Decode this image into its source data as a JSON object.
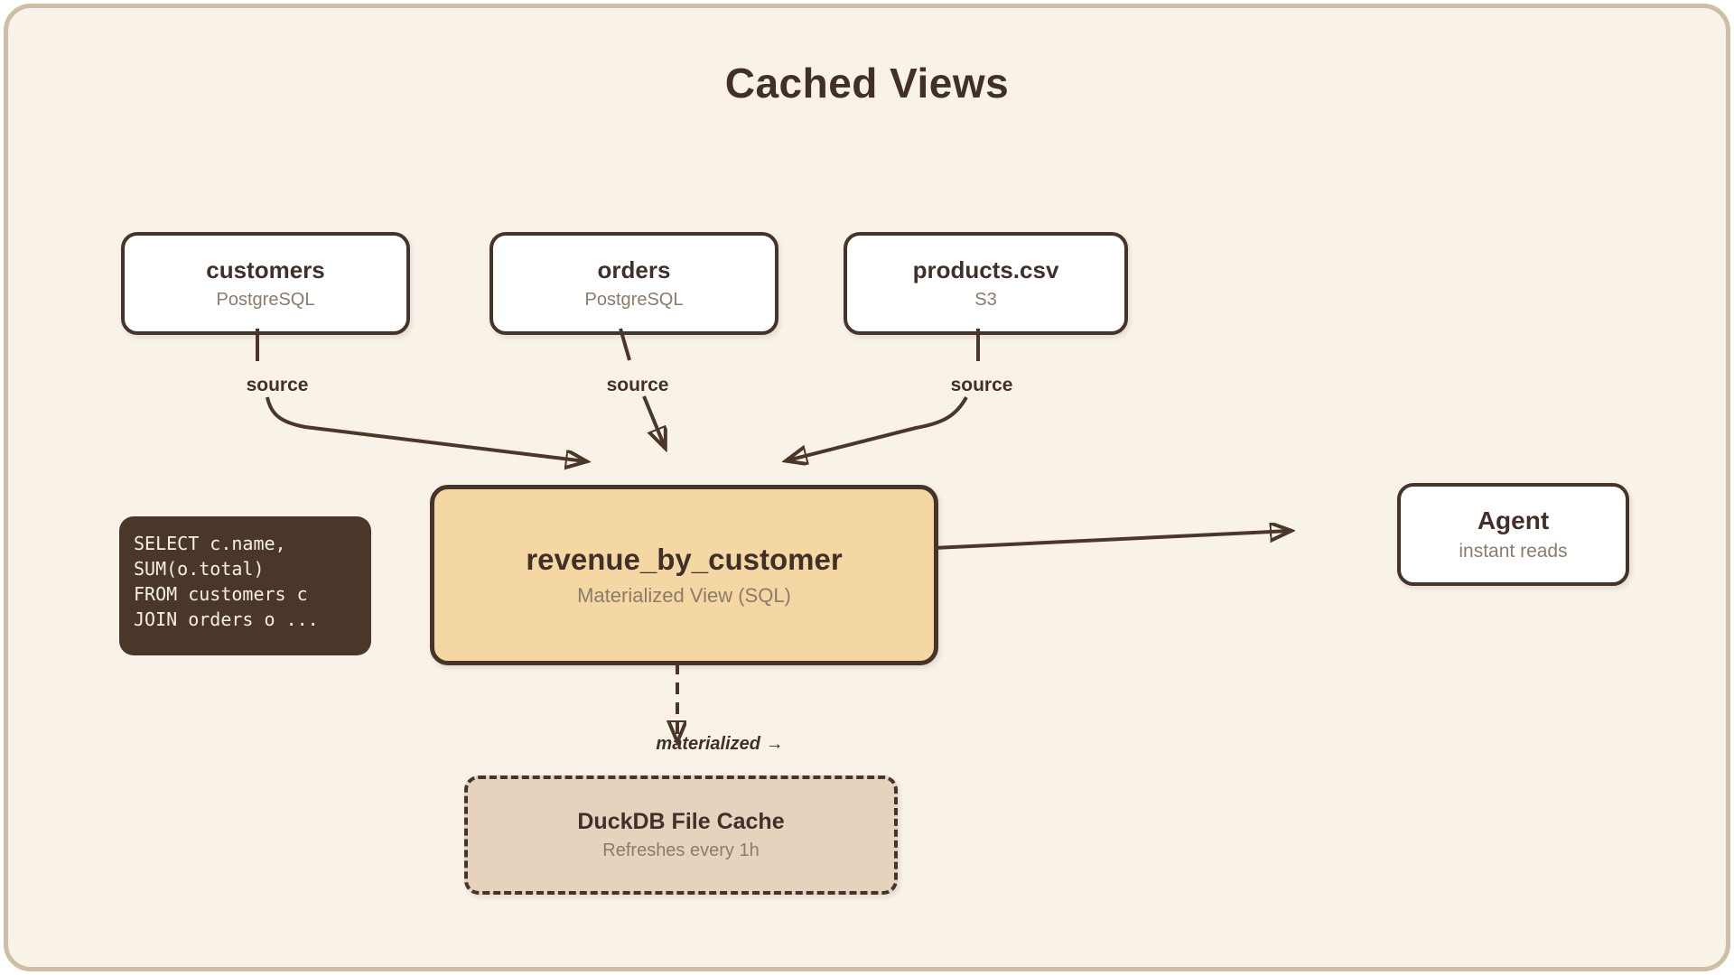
{
  "page": {
    "title": "Cached Views"
  },
  "colors": {
    "canvas_bg": "#F9F2E9",
    "canvas_border": "#CFBDA4",
    "node_border": "#46342A",
    "node_title": "#41302A",
    "node_subtitle": "#8C7B6B",
    "view_fill": "#F4D7A3",
    "cache_fill": "#E6D3BE",
    "code_bg": "#4A3729",
    "code_text": "#F6EFE5",
    "arrow": "#4A3729"
  },
  "sources": [
    {
      "name": "customers",
      "type": "PostgreSQL"
    },
    {
      "name": "orders",
      "type": "PostgreSQL"
    },
    {
      "name": "products.csv",
      "type": "S3"
    }
  ],
  "edges": {
    "source_labels": [
      "source",
      "source",
      "source"
    ],
    "materialized_label": "materialized →"
  },
  "sql_snippet": {
    "lines": [
      "SELECT c.name,",
      "SUM(o.total)",
      "FROM customers c",
      "JOIN orders o ..."
    ]
  },
  "view": {
    "name": "revenue_by_customer",
    "subtitle": "Materialized View (SQL)"
  },
  "agent": {
    "name": "Agent",
    "subtitle": "instant reads"
  },
  "cache": {
    "name": "DuckDB File Cache",
    "subtitle": "Refreshes every 1h"
  }
}
